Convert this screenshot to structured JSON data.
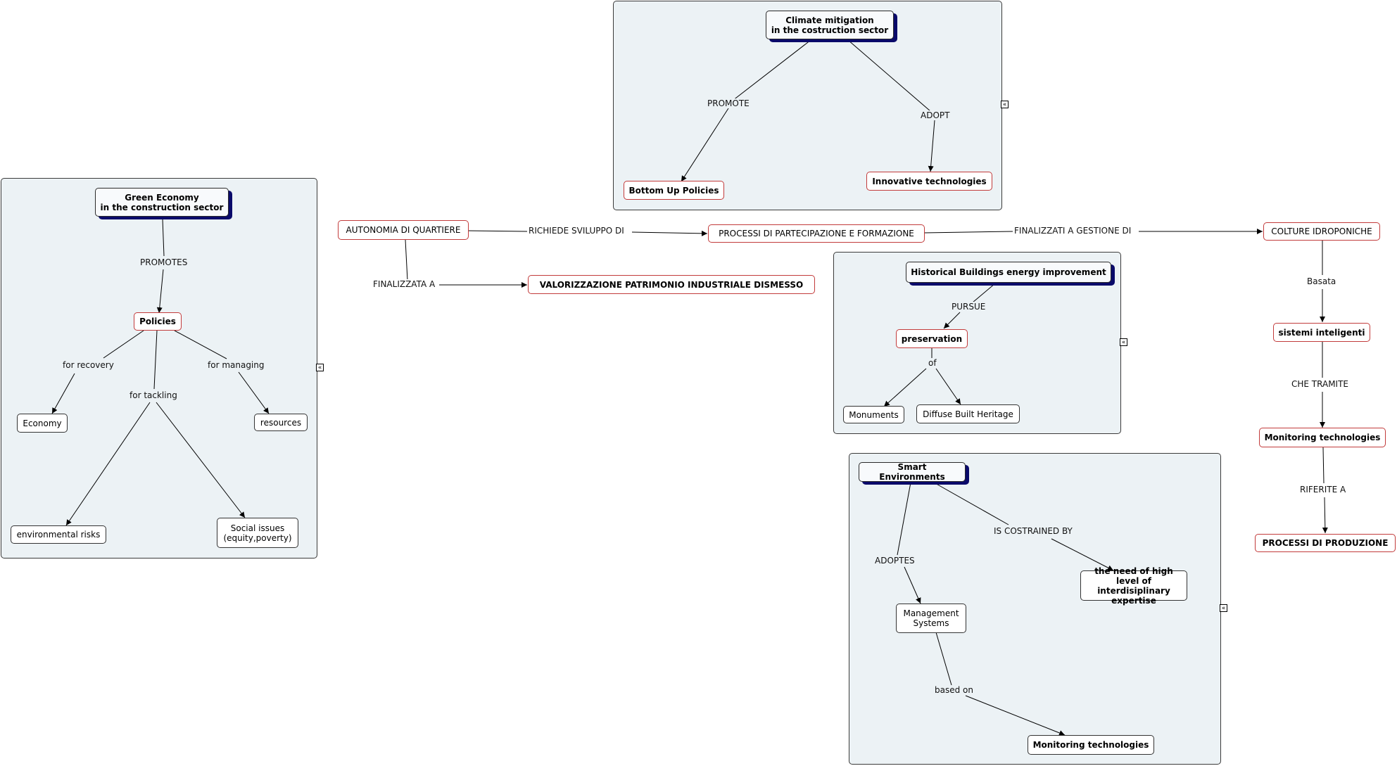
{
  "groups": {
    "climate": {
      "root": "Climate mitigation\nin the costruction sector",
      "left_edge": "PROMOTE",
      "left_node": "Bottom Up Policies",
      "right_edge": "ADOPT",
      "right_node": "Innovative technologies"
    },
    "green": {
      "root": "Green Economy\nin the construction sector",
      "e_promotes": "PROMOTES",
      "policies": "Policies",
      "e_recovery": "for recovery",
      "e_tackling": "for tackling",
      "e_managing": "for managing",
      "economy": "Economy",
      "resources": "resources",
      "env_risks": "environmental risks",
      "social": "Social issues\n(equity,poverty)"
    },
    "historical": {
      "root": "Historical Buildings energy improvement",
      "e_pursue": "PURSUE",
      "preservation": "preservation",
      "e_of": "of",
      "monuments": "Monuments",
      "diffuse": "Diffuse Built Heritage"
    },
    "smart": {
      "root": "Smart Environments",
      "e_adoptes": "ADOPTES",
      "e_constrained": "IS COSTRAINED BY",
      "management": "Management\nSystems",
      "expertise": "the need of high level of\ninterdisiplinary expertise",
      "e_based": "based on",
      "monitoring": "Monitoring technologies"
    }
  },
  "chain": {
    "autonomia": "AUTONOMIA DI QUARTIERE",
    "e_richiede": "RICHIEDE SVILUPPO DI",
    "processi_part": "PROCESSI DI PARTECIPAZIONE E FORMAZIONE",
    "e_finalizzati": "FINALIZZATI A GESTIONE DI",
    "colture": "COLTURE IDROPONICHE",
    "e_finalizzata": "FINALIZZATA A",
    "valorizzazione": "VALORIZZAZIONE PATRIMONIO INDUSTRIALE DISMESSO",
    "e_basata": "Basata",
    "sistemi": "sistemi inteligenti",
    "e_che_tramite": "CHE TRAMITE",
    "monitoring": "Monitoring technologies",
    "e_riferite": "RIFERITE A",
    "produzione": "PROCESSI DI PRODUZIONE"
  },
  "icons": {
    "collapse": "«"
  },
  "colors": {
    "group_fill": "#ecf2f5",
    "node_border_red": "#c23b3b",
    "root_shadow": "#0a0a6a"
  }
}
